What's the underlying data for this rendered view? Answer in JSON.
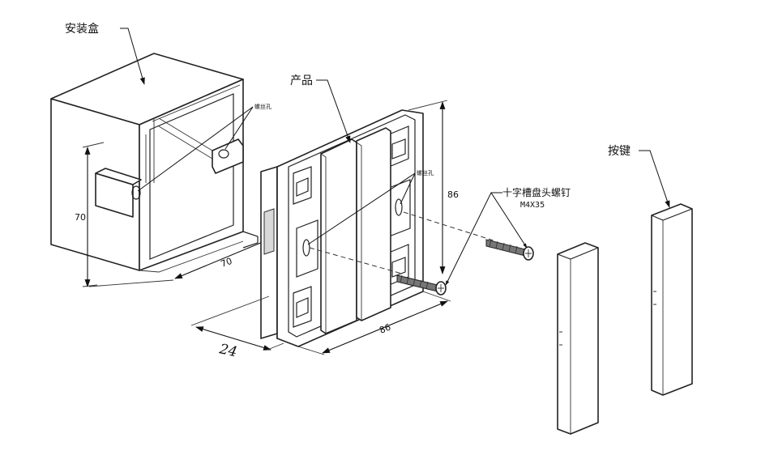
{
  "labels": {
    "install_box": "安装盒",
    "product": "产品",
    "keys": "按键",
    "screw_name": "十字槽盘头螺钉",
    "screw_size": "M4X35",
    "screw_hole_box": "螺丝孔",
    "screw_hole_product": "螺丝孔"
  },
  "dimensions": {
    "box_height": "70",
    "box_depth": "70",
    "product_depth": "24",
    "product_width": "86",
    "product_height": "86"
  }
}
